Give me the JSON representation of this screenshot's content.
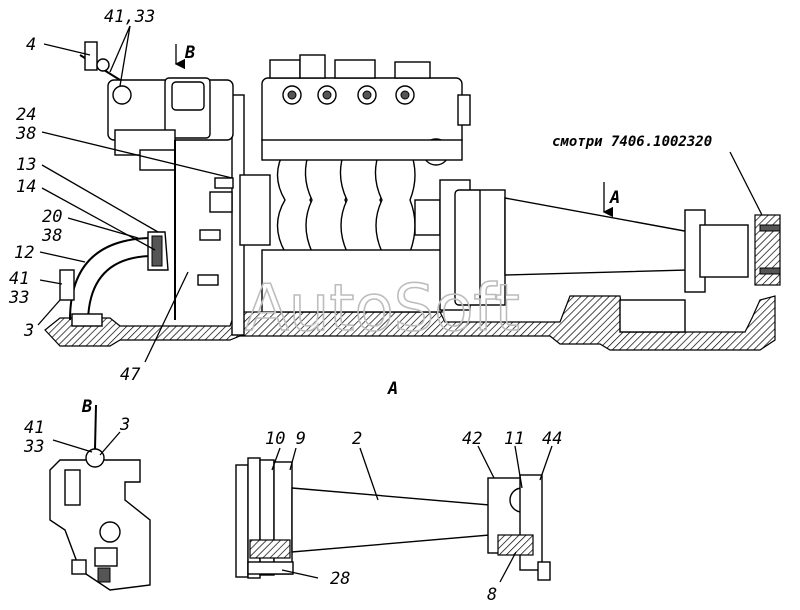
{
  "labels": {
    "l_41_33_top": "41,33",
    "l_4": "4",
    "l_B_top": "B",
    "l_24": "24",
    "l_38a": "38",
    "l_13": "13",
    "l_14": "14",
    "l_20": "20",
    "l_38b": "38",
    "l_12": "12",
    "l_41a": "41",
    "l_33a": "33",
    "l_3a": "3",
    "l_47": "47",
    "l_ref": "смотри 7406.1002320",
    "l_A_arrow": "A",
    "l_A_view": "A",
    "l_B_view": "B",
    "l_41b": "41",
    "l_33b": "33",
    "l_3b": "3",
    "l_10_9": "10 9",
    "l_2": "2",
    "l_42": "42",
    "l_11": "11",
    "l_44": "44",
    "l_28": "28",
    "l_8": "8"
  },
  "watermark": "AutoSoft"
}
